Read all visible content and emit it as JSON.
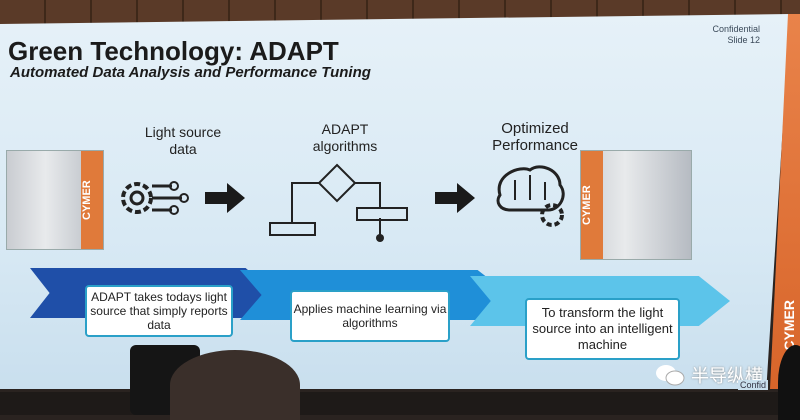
{
  "slide": {
    "title": "Green Technology: ADAPT",
    "subtitle": "Automated Data Analysis and Performance Tuning",
    "confidential": "Confidential",
    "slide_number": "Slide 12",
    "footer_confidential": "Confid",
    "steps": [
      {
        "label": "Light source\ndata",
        "box": "ADAPT takes todays light source that simply reports data"
      },
      {
        "label": "ADAPT\nalgorithms",
        "box": "Applies machine learning via algorithms"
      },
      {
        "label": "Optimized\nPerformance",
        "box": "To transform the light source into an intelligent machine"
      }
    ],
    "machine_brand": "CYMER",
    "side_brand": "CYMER"
  },
  "watermark": "半导纵横",
  "colors": {
    "chevron1": "#1f4fa8",
    "chevron2": "#1f8fd8",
    "chevron3": "#5cc4ea",
    "box_border": "#2aa0c8",
    "orange": "#e07a3a"
  }
}
